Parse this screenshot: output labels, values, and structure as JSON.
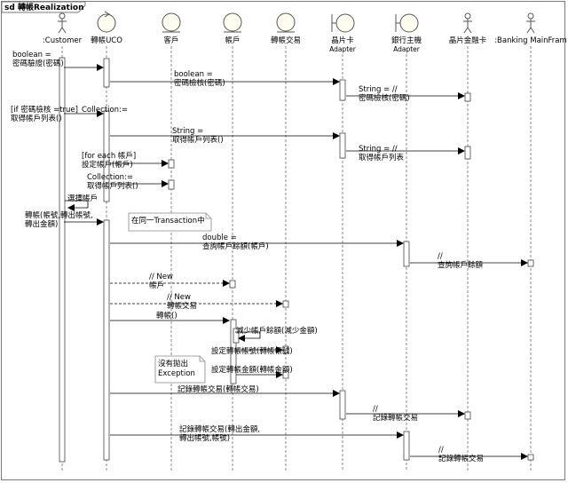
{
  "frame": {
    "prefix": "sd",
    "title": "轉帳Realization"
  },
  "participants": [
    {
      "key": "customer",
      "name": ":Customer",
      "sub": "",
      "kind": "actor"
    },
    {
      "key": "uco",
      "name": "轉帳UCO",
      "sub": "",
      "kind": "control"
    },
    {
      "key": "client",
      "name": "客戶",
      "sub": "",
      "kind": "entity"
    },
    {
      "key": "account",
      "name": "帳戶",
      "sub": "",
      "kind": "entity"
    },
    {
      "key": "transfer",
      "name": "轉帳交易",
      "sub": "",
      "kind": "entity"
    },
    {
      "key": "card",
      "name": "晶片卡",
      "sub": "Adapter",
      "kind": "boundary"
    },
    {
      "key": "bank",
      "name": "銀行主機",
      "sub": "Adapter",
      "kind": "boundary"
    },
    {
      "key": "cardsys",
      "name": "晶片金融卡",
      "sub": "",
      "kind": "actor"
    },
    {
      "key": "mainframe",
      "name": ":Banking MainFram",
      "sub": "",
      "kind": "actor"
    }
  ],
  "messages": [
    {
      "id": "m1",
      "lines": [
        "boolean =",
        "密碼驗證(密碼)"
      ]
    },
    {
      "id": "m2",
      "lines": [
        "boolean =",
        "密碼檢核(密碼)"
      ]
    },
    {
      "id": "m3",
      "lines": [
        "String = //",
        "密碼檢核(密碼)"
      ]
    },
    {
      "id": "m4",
      "lines": [
        "[if 密碼檢核 =true]",
        "取得帳戶列表()"
      ]
    },
    {
      "id": "m4b",
      "lines": [
        "Collection:="
      ]
    },
    {
      "id": "m5",
      "lines": [
        "String =",
        "取得帳戶列表()"
      ]
    },
    {
      "id": "m6",
      "lines": [
        "String = //",
        "取得帳戶列表"
      ]
    },
    {
      "id": "m7",
      "lines": [
        "[for each 帳戶]",
        "設定帳戶(帳戶)"
      ]
    },
    {
      "id": "m8",
      "lines": [
        "Collection:=",
        "取得帳戶列表()"
      ]
    },
    {
      "id": "m9",
      "lines": [
        "選擇帳戶"
      ]
    },
    {
      "id": "m10",
      "lines": [
        "轉帳(帳號,轉出帳號,",
        "轉出金額)"
      ]
    },
    {
      "id": "m11",
      "lines": [
        "double =",
        "查詢帳戶餘額(帳戶)"
      ]
    },
    {
      "id": "m12",
      "lines": [
        "//",
        "查詢帳戶餘額"
      ]
    },
    {
      "id": "m13",
      "lines": [
        "// New",
        "帳戶"
      ]
    },
    {
      "id": "m14",
      "lines": [
        "// New",
        "轉帳交易"
      ]
    },
    {
      "id": "m15",
      "lines": [
        "轉帳()"
      ]
    },
    {
      "id": "m16",
      "lines": [
        "減少帳戶餘額(減少金額)"
      ]
    },
    {
      "id": "m17",
      "lines": [
        "設定轉帳帳號(轉帳帳號)"
      ]
    },
    {
      "id": "m18",
      "lines": [
        "設定轉帳金額(轉帳金額)"
      ]
    },
    {
      "id": "m19",
      "lines": [
        "記錄轉帳交易(轉帳交易)"
      ]
    },
    {
      "id": "m20",
      "lines": [
        "//",
        "記錄轉帳交易"
      ]
    },
    {
      "id": "m21",
      "lines": [
        "記錄轉帳交易(轉出金額,",
        "轉出帳號,帳號)"
      ]
    },
    {
      "id": "m22",
      "lines": [
        "//",
        "記錄轉帳交易"
      ]
    }
  ],
  "notes": [
    {
      "id": "n1",
      "lines": [
        "在同一Transaction中"
      ]
    },
    {
      "id": "n2",
      "lines": [
        "沒有拋出",
        "Exception"
      ]
    }
  ]
}
